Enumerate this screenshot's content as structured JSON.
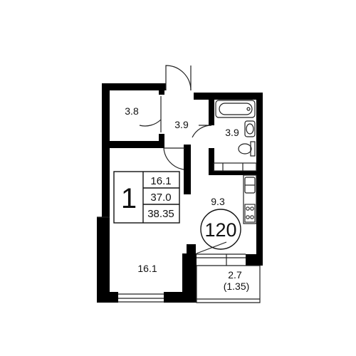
{
  "colors": {
    "wall": "#000000",
    "line": "#222222",
    "background": "#ffffff"
  },
  "rooms": {
    "storage": "3.8",
    "hall": "3.9",
    "bathroom": "3.9",
    "kitchen": "9.3",
    "living_room": "16.1",
    "balcony": "2.7",
    "balcony_reduced": "(1.35)"
  },
  "summary": {
    "rooms_count": "1",
    "living_area": "16.1",
    "total_area": "37.0",
    "total_with_balcony": "38.35"
  },
  "apartment_number": "120",
  "icons": [
    "bathtub-icon",
    "sink-icon",
    "toilet-icon",
    "stove-icon"
  ]
}
